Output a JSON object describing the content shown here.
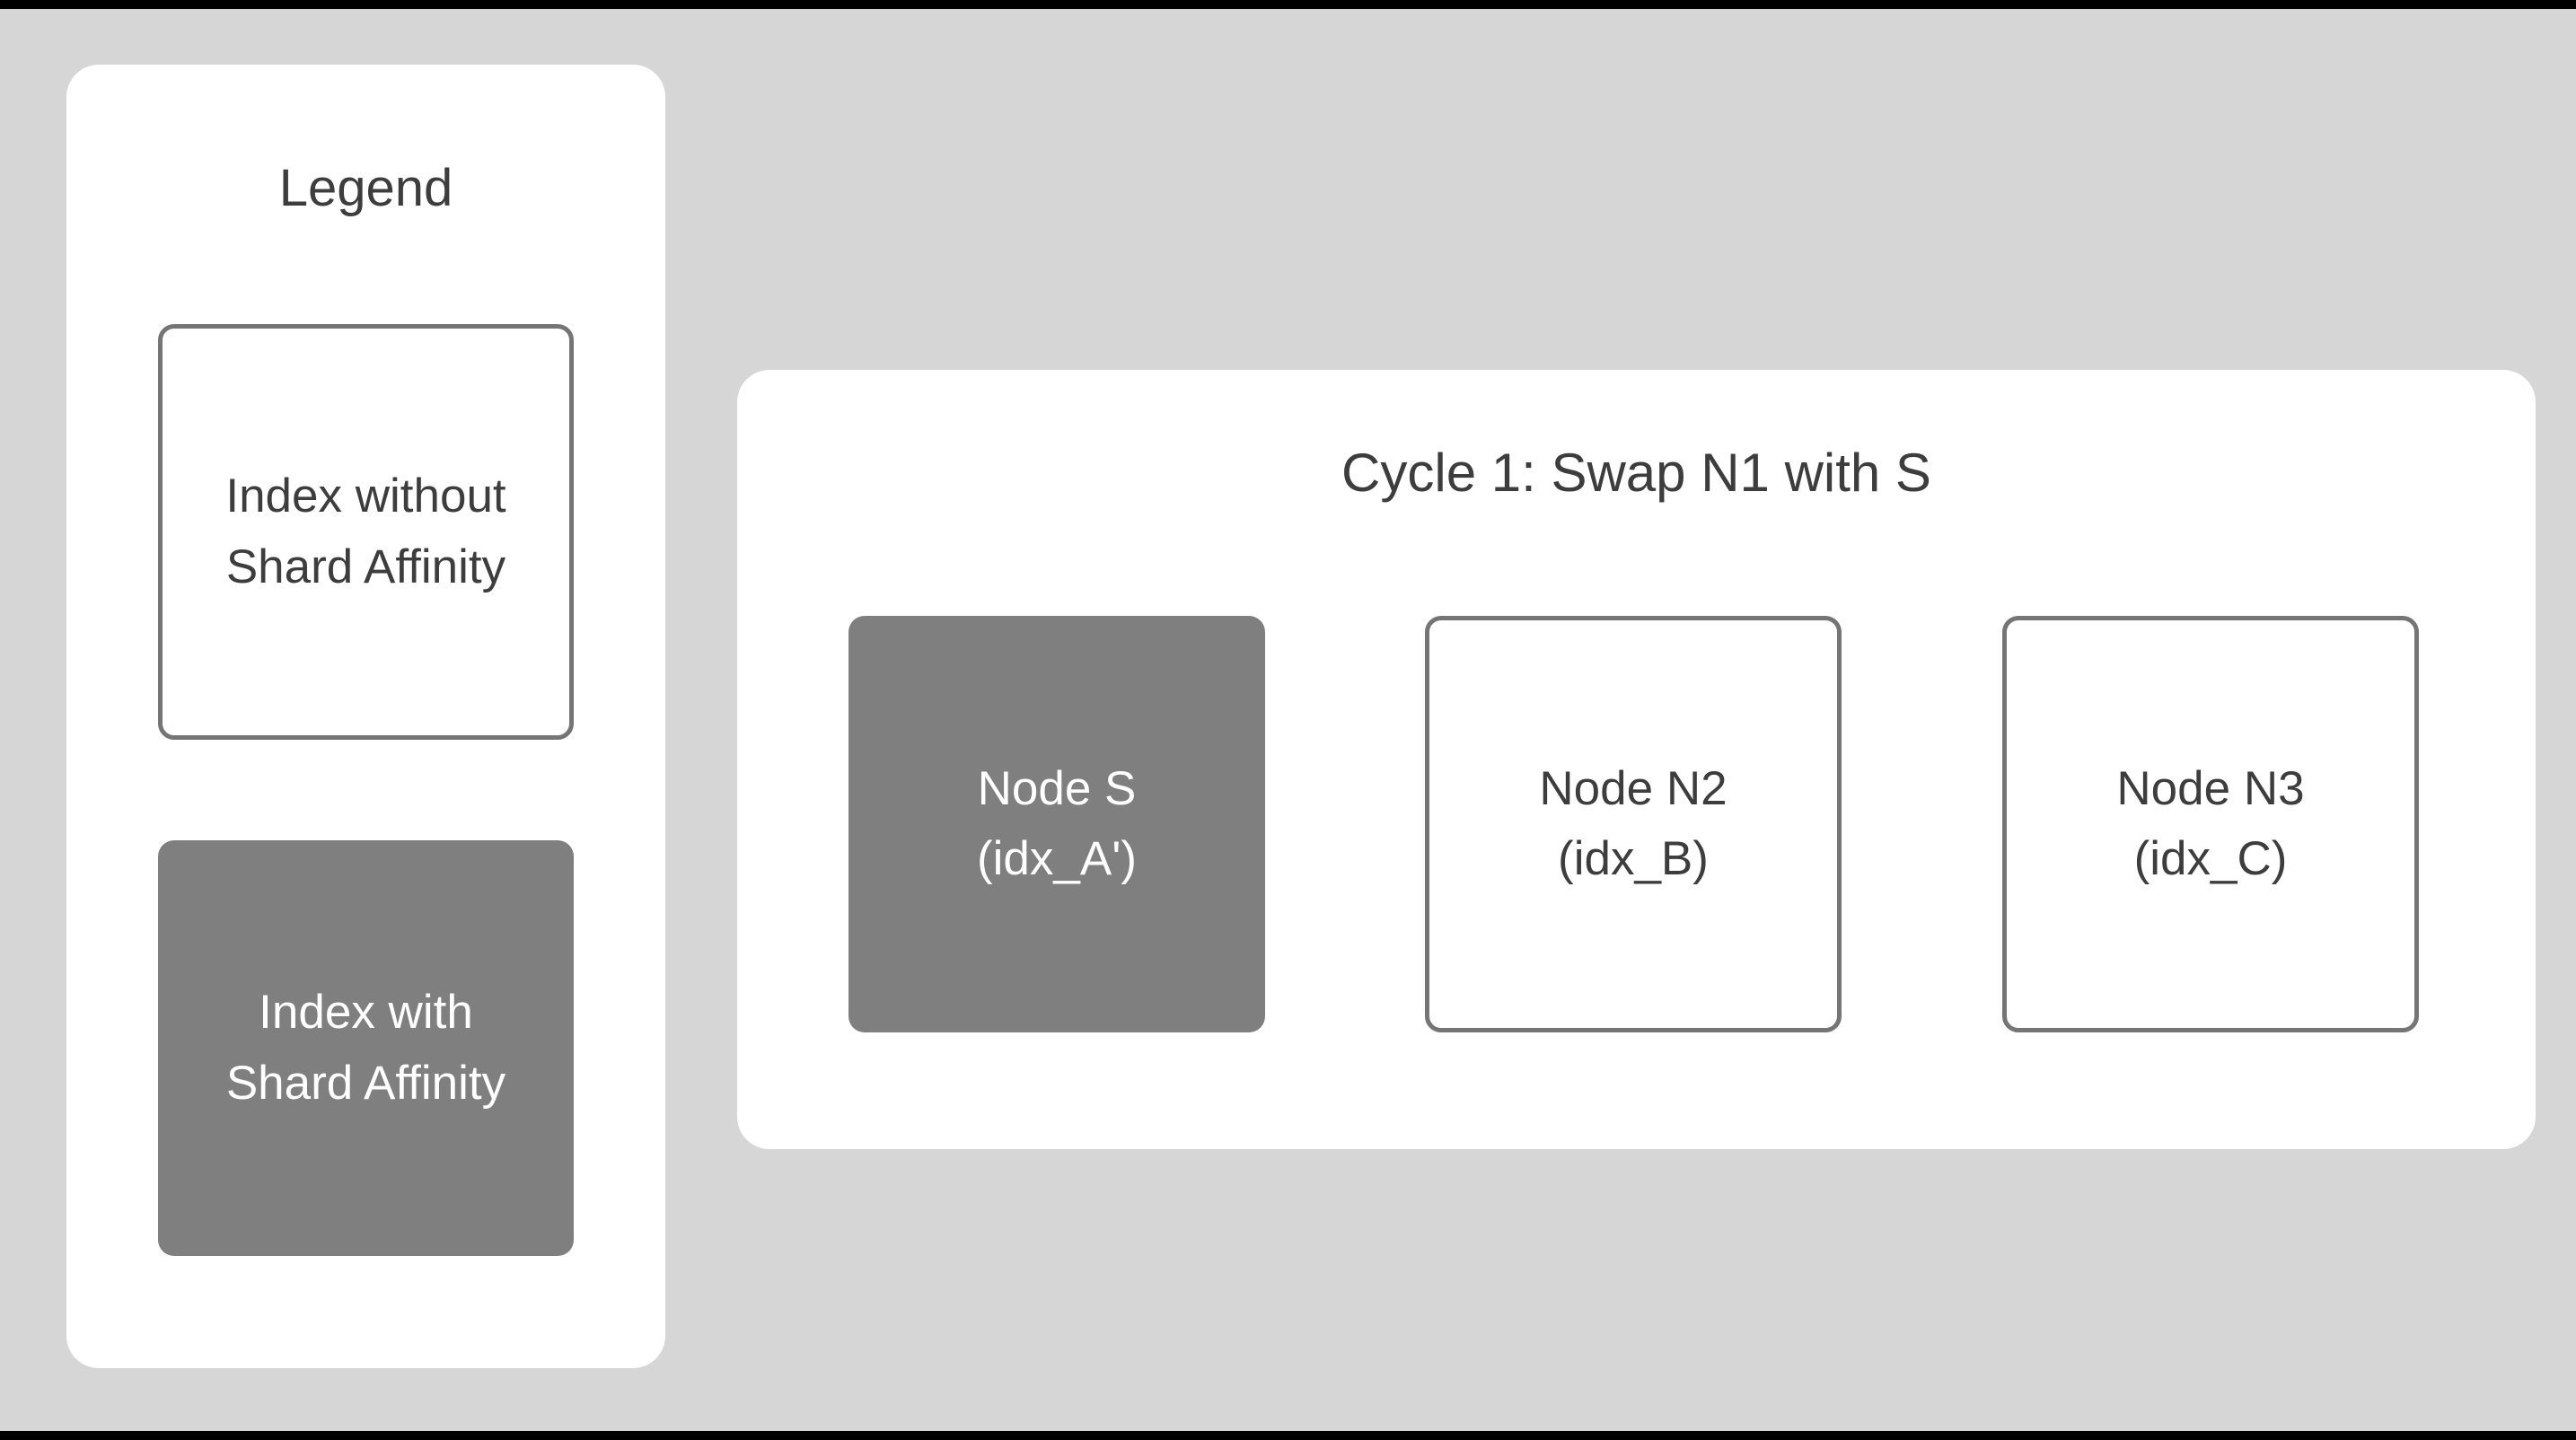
{
  "colors": {
    "background": "#d6d6d6",
    "panel": "#ffffff",
    "shard_fill": "#7f7f7f",
    "outline": "#757575",
    "text_dark": "#3d3d3d",
    "text_light": "#ffffff"
  },
  "legend": {
    "title": "Legend",
    "items": [
      {
        "label": "Index without Shard Affinity",
        "style": "outlined"
      },
      {
        "label": "Index with Shard Affinity",
        "style": "filled"
      }
    ]
  },
  "diagram": {
    "title": "Cycle 1: Swap N1 with S",
    "nodes": [
      {
        "name": "Node S",
        "index": "(idx_A')",
        "shard_affinity": true
      },
      {
        "name": "Node N2",
        "index": "(idx_B)",
        "shard_affinity": false
      },
      {
        "name": "Node N3",
        "index": "(idx_C)",
        "shard_affinity": false
      }
    ]
  }
}
